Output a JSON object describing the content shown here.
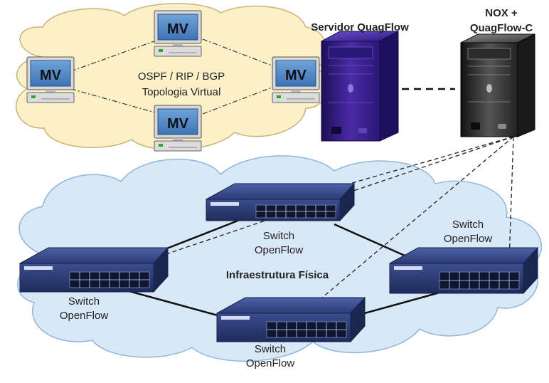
{
  "virtual_network": {
    "vm_label": "MV",
    "protocols": "OSPF / RIP / BGP",
    "subtitle": "Topologia Virtual"
  },
  "servers": {
    "quagflow_label": "Servidor QuagFlow",
    "controller_label_line1": "NOX +",
    "controller_label_line2": "QuagFlow-C"
  },
  "physical": {
    "title": "Infraestrutura Física",
    "switch_label_line1": "Switch",
    "switch_label_line2": "OpenFlow"
  },
  "colors": {
    "virtual_cloud": "#fbf0c8",
    "physical_cloud": "#d9e8f6",
    "quagflow_server": "#3a1f8c",
    "controller_server": "#2b2b2b",
    "switch_body": "#2e3f7a",
    "vm_screen": "#4f86c6"
  }
}
